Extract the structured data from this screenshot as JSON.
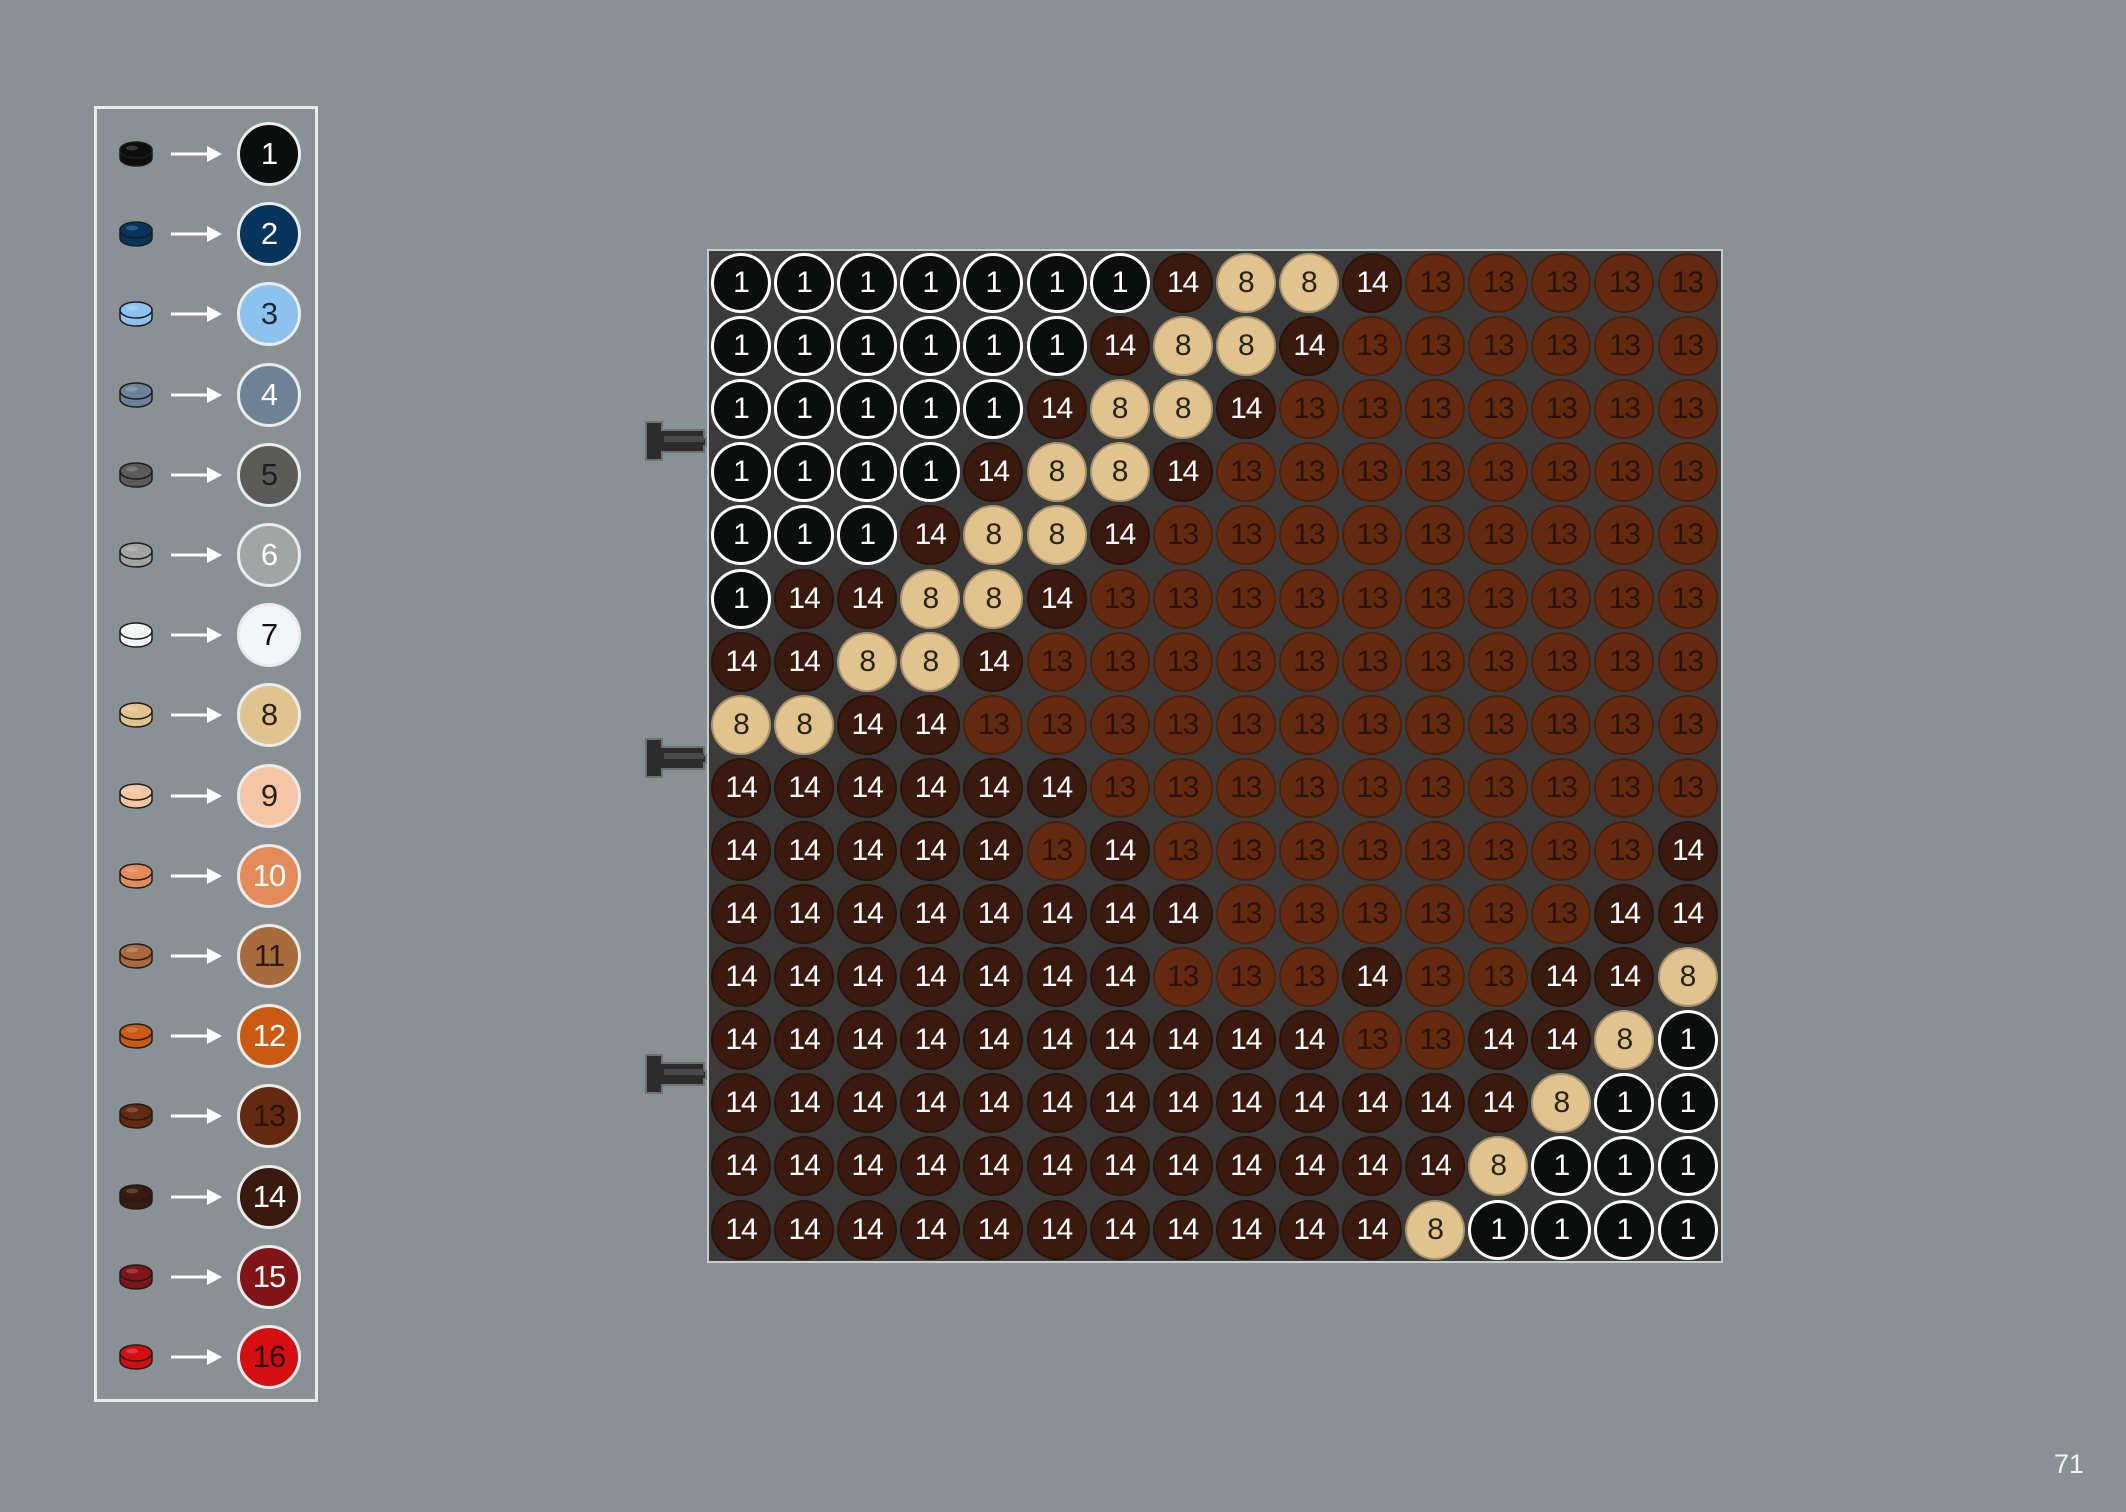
{
  "legend": {
    "items": [
      {
        "label": "1",
        "color": "#0c0d0d",
        "text_color": "#ffffff"
      },
      {
        "label": "2",
        "color": "#07345d",
        "text_color": "#ffffff"
      },
      {
        "label": "3",
        "color": "#8ec2ee",
        "text_color": "#1a2a3a"
      },
      {
        "label": "4",
        "color": "#6e8296",
        "text_color": "#ffffff"
      },
      {
        "label": "5",
        "color": "#5b5b59",
        "text_color": "#1e1e1e"
      },
      {
        "label": "6",
        "color": "#a2a4a4",
        "text_color": "#ffffff"
      },
      {
        "label": "7",
        "color": "#f4f5f6",
        "text_color": "#111111"
      },
      {
        "label": "8",
        "color": "#e1c38f",
        "text_color": "#2a2418"
      },
      {
        "label": "9",
        "color": "#f6c6a4",
        "text_color": "#2a2018"
      },
      {
        "label": "10",
        "color": "#e58b5a",
        "text_color": "#ffffff"
      },
      {
        "label": "11",
        "color": "#a86b3d",
        "text_color": "#2b1a0e"
      },
      {
        "label": "12",
        "color": "#c95a12",
        "text_color": "#ffffff"
      },
      {
        "label": "13",
        "color": "#632a10",
        "text_color": "#2a1208"
      },
      {
        "label": "14",
        "color": "#3a1a0f",
        "text_color": "#ffffff"
      },
      {
        "label": "15",
        "color": "#801418",
        "text_color": "#ffffff"
      },
      {
        "label": "16",
        "color": "#d40f14",
        "text_color": "#2a0606"
      }
    ]
  },
  "grid": {
    "rows": [
      [
        "1",
        "1",
        "1",
        "1",
        "1",
        "1",
        "1",
        "14",
        "8",
        "8",
        "14",
        "13",
        "13",
        "13",
        "13",
        "13"
      ],
      [
        "1",
        "1",
        "1",
        "1",
        "1",
        "1",
        "14",
        "8",
        "8",
        "14",
        "13",
        "13",
        "13",
        "13",
        "13",
        "13"
      ],
      [
        "1",
        "1",
        "1",
        "1",
        "1",
        "14",
        "8",
        "8",
        "14",
        "13",
        "13",
        "13",
        "13",
        "13",
        "13",
        "13"
      ],
      [
        "1",
        "1",
        "1",
        "1",
        "14",
        "8",
        "8",
        "14",
        "13",
        "13",
        "13",
        "13",
        "13",
        "13",
        "13",
        "13"
      ],
      [
        "1",
        "1",
        "1",
        "14",
        "8",
        "8",
        "14",
        "13",
        "13",
        "13",
        "13",
        "13",
        "13",
        "13",
        "13",
        "13"
      ],
      [
        "1",
        "14",
        "14",
        "8",
        "8",
        "14",
        "13",
        "13",
        "13",
        "13",
        "13",
        "13",
        "13",
        "13",
        "13",
        "13"
      ],
      [
        "14",
        "14",
        "8",
        "8",
        "14",
        "13",
        "13",
        "13",
        "13",
        "13",
        "13",
        "13",
        "13",
        "13",
        "13",
        "13"
      ],
      [
        "8",
        "8",
        "14",
        "14",
        "13",
        "13",
        "13",
        "13",
        "13",
        "13",
        "13",
        "13",
        "13",
        "13",
        "13",
        "13"
      ],
      [
        "14",
        "14",
        "14",
        "14",
        "14",
        "14",
        "13",
        "13",
        "13",
        "13",
        "13",
        "13",
        "13",
        "13",
        "13",
        "13"
      ],
      [
        "14",
        "14",
        "14",
        "14",
        "14",
        "13",
        "14",
        "13",
        "13",
        "13",
        "13",
        "13",
        "13",
        "13",
        "13",
        "14"
      ],
      [
        "14",
        "14",
        "14",
        "14",
        "14",
        "14",
        "14",
        "14",
        "13",
        "13",
        "13",
        "13",
        "13",
        "13",
        "14",
        "14"
      ],
      [
        "14",
        "14",
        "14",
        "14",
        "14",
        "14",
        "14",
        "13",
        "13",
        "13",
        "14",
        "13",
        "13",
        "14",
        "14",
        "8"
      ],
      [
        "14",
        "14",
        "14",
        "14",
        "14",
        "14",
        "14",
        "14",
        "14",
        "14",
        "13",
        "13",
        "14",
        "14",
        "8",
        "1"
      ],
      [
        "14",
        "14",
        "14",
        "14",
        "14",
        "14",
        "14",
        "14",
        "14",
        "14",
        "14",
        "14",
        "14",
        "8",
        "1",
        "1"
      ],
      [
        "14",
        "14",
        "14",
        "14",
        "14",
        "14",
        "14",
        "14",
        "14",
        "14",
        "14",
        "14",
        "8",
        "1",
        "1",
        "1"
      ],
      [
        "14",
        "14",
        "14",
        "14",
        "14",
        "14",
        "14",
        "14",
        "14",
        "14",
        "14",
        "8",
        "1",
        "1",
        "1",
        "1"
      ]
    ]
  },
  "page_number": "71"
}
